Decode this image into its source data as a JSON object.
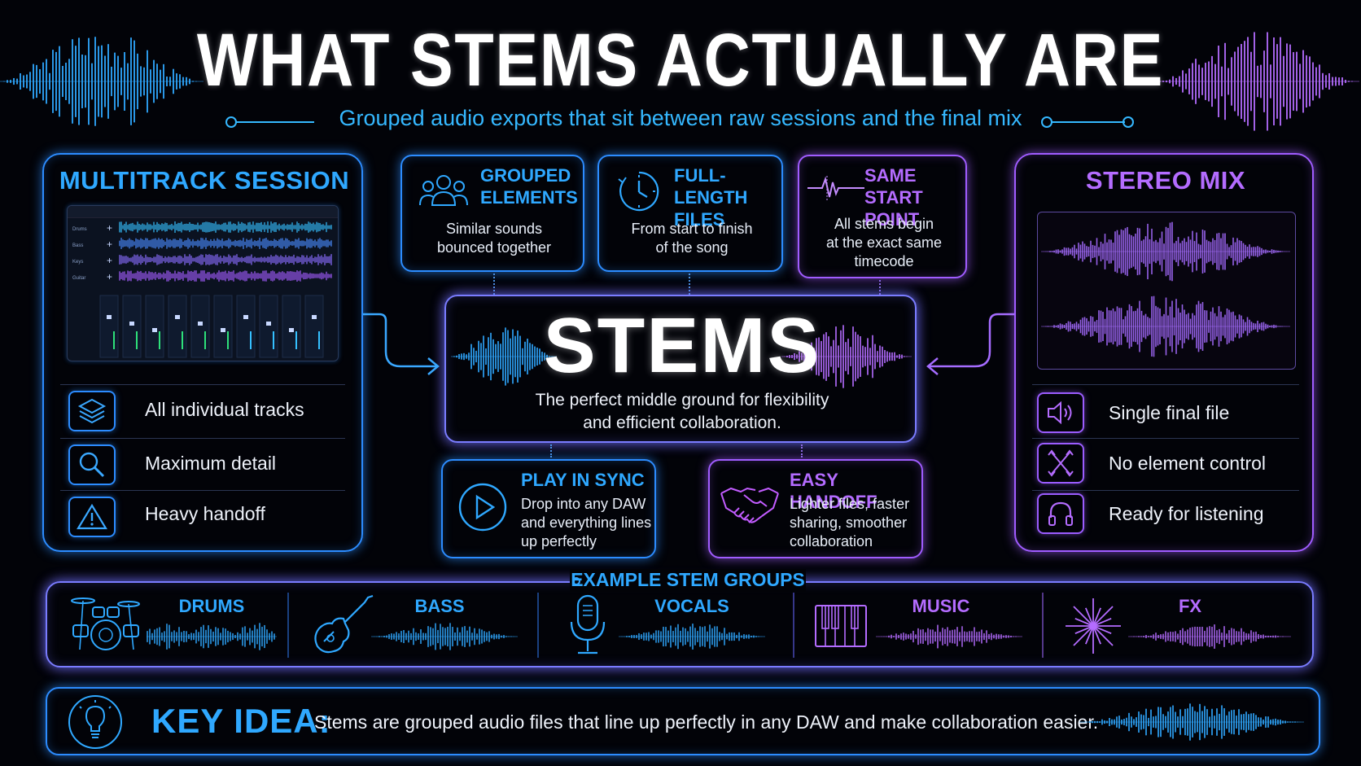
{
  "header": {
    "title": "WHAT STEMS ACTUALLY ARE",
    "subtitle": "Grouped audio exports that sit between raw sessions and the final mix"
  },
  "multitrack": {
    "title": "MULTITRACK SESSION",
    "items": [
      {
        "icon": "layers-icon",
        "label": "All individual tracks"
      },
      {
        "icon": "magnifier-icon",
        "label": "Maximum detail"
      },
      {
        "icon": "warning-icon",
        "label": "Heavy handoff"
      }
    ]
  },
  "stereo": {
    "title": "STEREO MIX",
    "items": [
      {
        "icon": "speaker-icon",
        "label": "Single final file"
      },
      {
        "icon": "crossed-arrows-icon",
        "label": "No element control"
      },
      {
        "icon": "headphones-icon",
        "label": "Ready for listening"
      }
    ]
  },
  "features": [
    {
      "icon": "group-icon",
      "title_line1": "GROUPED",
      "title_line2": "ELEMENTS",
      "body_line1": "Similar sounds",
      "body_line2": "bounced together",
      "body_line3": ""
    },
    {
      "icon": "clock-icon",
      "title_line1": "FULL-LENGTH",
      "title_line2": "FILES",
      "body_line1": "From start to finish",
      "body_line2": "of the song",
      "body_line3": ""
    },
    {
      "icon": "waveform-pulse-icon",
      "title_line1": "SAME",
      "title_line2": "START POINT",
      "body_line1": "All stems begin",
      "body_line2": "at the exact same",
      "body_line3": "timecode"
    }
  ],
  "center": {
    "title": "STEMS",
    "desc_line1": "The perfect middle ground for flexibility",
    "desc_line2": "and efficient collaboration."
  },
  "bottom_cards": [
    {
      "icon": "play-icon",
      "title": "PLAY IN SYNC",
      "line1": "Drop into any DAW",
      "line2": "and everything lines",
      "line3": "up perfectly"
    },
    {
      "icon": "handshake-icon",
      "title": "EASY HANDOFF",
      "line1": "Lighter files, faster",
      "line2": "sharing, smoother",
      "line3": "collaboration"
    }
  ],
  "groups": {
    "title": "EXAMPLE STEM GROUPS",
    "items": [
      {
        "icon": "drum-kit-icon",
        "label": "DRUMS"
      },
      {
        "icon": "guitar-icon",
        "label": "BASS"
      },
      {
        "icon": "microphone-icon",
        "label": "VOCALS"
      },
      {
        "icon": "piano-keys-icon",
        "label": "MUSIC"
      },
      {
        "icon": "starburst-icon",
        "label": "FX"
      }
    ]
  },
  "key_idea": {
    "label": "KEY IDEA:",
    "text": "Stems are grouped audio files that line up perfectly in any DAW and make collaboration easier."
  },
  "daw_screenshot": {
    "track_names": [
      "Drums",
      "Bass",
      "Keys",
      "Guitar"
    ]
  },
  "colors": {
    "blue": "#2fa8ff",
    "purple": "#b46cff",
    "background": "#020308"
  }
}
